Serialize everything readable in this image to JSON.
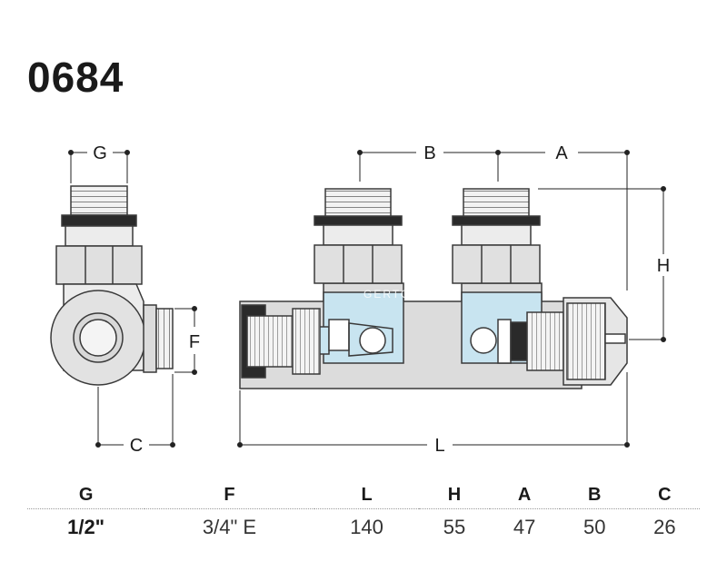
{
  "product_code": "0684",
  "watermark": "GERTOP",
  "dimension_labels": {
    "g": "G",
    "f": "F",
    "c": "C",
    "b": "B",
    "a": "A",
    "h": "H",
    "l": "L"
  },
  "spec_table": {
    "headers": [
      "G",
      "F",
      "L",
      "H",
      "A",
      "B",
      "C"
    ],
    "values": [
      "1/2\"",
      "3/4\" E",
      "140",
      "55",
      "47",
      "50",
      "26"
    ]
  },
  "colors": {
    "outline": "#3a3a3a",
    "body_fill": "#e6e6e6",
    "water_fill": "#c8e4f0",
    "dark_part": "#2a2a2a"
  }
}
